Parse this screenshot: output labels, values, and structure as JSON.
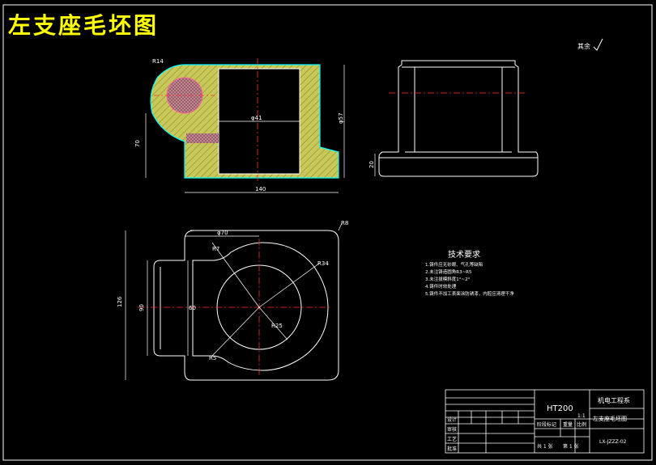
{
  "title": "左支座毛坯图",
  "roughness_note": "其余",
  "tech_req": {
    "heading": "技术要求",
    "items": [
      "1.铸件应无砂眼、气孔等缺陷",
      "2.未注铸造圆角R3~R5",
      "3.未注拔模斜度1°~2°",
      "4.铸件时效处理",
      "5.铸件不加工表面涂防锈漆，内腔应清理干净"
    ]
  },
  "title_block": {
    "material": "HT200",
    "school": "机电工程系",
    "part_name": "左支座毛坯图",
    "drawing_no": "LX-JZZZ-02",
    "scale": "1:1",
    "sheet_total": "共 1 张",
    "sheet_no": "第 1 张",
    "designer_label": "设计",
    "review_label": "审核",
    "process_label": "工艺",
    "approve_label": "批准",
    "stage_mark_label": "阶段标记",
    "weight_label": "重量",
    "scale_label": "比例"
  },
  "dims": {
    "front_height": "φ57",
    "front_bore": "φ41",
    "front_width": "140",
    "front_left_h": "70",
    "front_small": "R14",
    "side_h": "20",
    "top_r1": "R7",
    "top_r2": "R34",
    "top_r3": "R25",
    "top_w": "90",
    "top_h": "126",
    "top_inner": "φ70",
    "top_left": "60",
    "top_corner": "R8",
    "top_r4": "R5"
  }
}
